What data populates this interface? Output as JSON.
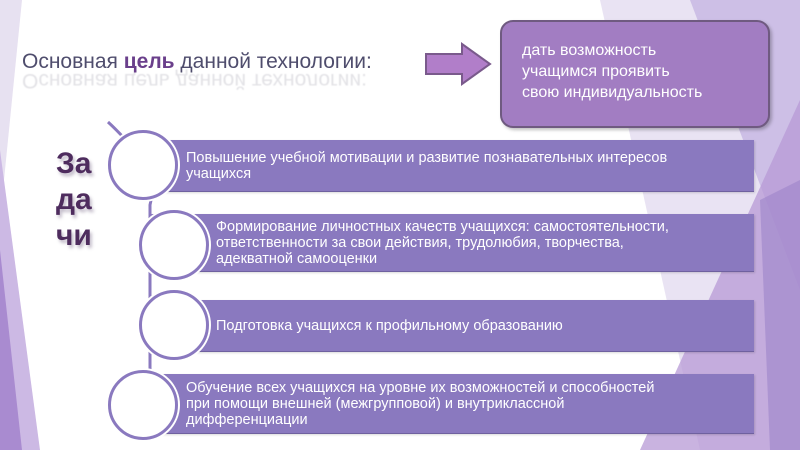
{
  "slide": {
    "title_prefix": "Основная ",
    "title_bold": "цель",
    "title_suffix": " данной технологии:",
    "goal_lines": [
      "дать возможность",
      "учащимся проявить",
      "свою индивидуальность"
    ],
    "tasks_label_lines": [
      "За",
      "да",
      "чи"
    ],
    "tasks": [
      {
        "lines": [
          "Повышение учебной мотивации и развитие познавательных интересов",
          "учащихся"
        ]
      },
      {
        "lines": [
          "Формирование личностных качеств учащихся: самостоятельности,",
          "ответственности за свои действия, трудолюбия, творчества,",
          "адекватной самооценки"
        ]
      },
      {
        "lines": [
          "Подготовка учащихся к профильному образованию"
        ]
      },
      {
        "lines": [
          "Обучение всех учащихся на уровне их возможностей и способностей",
          "при помощи внешней (межгрупповой) и внутриклассной",
          "дифференциации"
        ]
      }
    ]
  },
  "colors": {
    "accent_purple": "#8a79bf",
    "goal_box": "#a27dc2",
    "arrow": "#b17ec9",
    "tasks_label": "#4e2c5e",
    "title_bold": "#6a3f8b"
  }
}
